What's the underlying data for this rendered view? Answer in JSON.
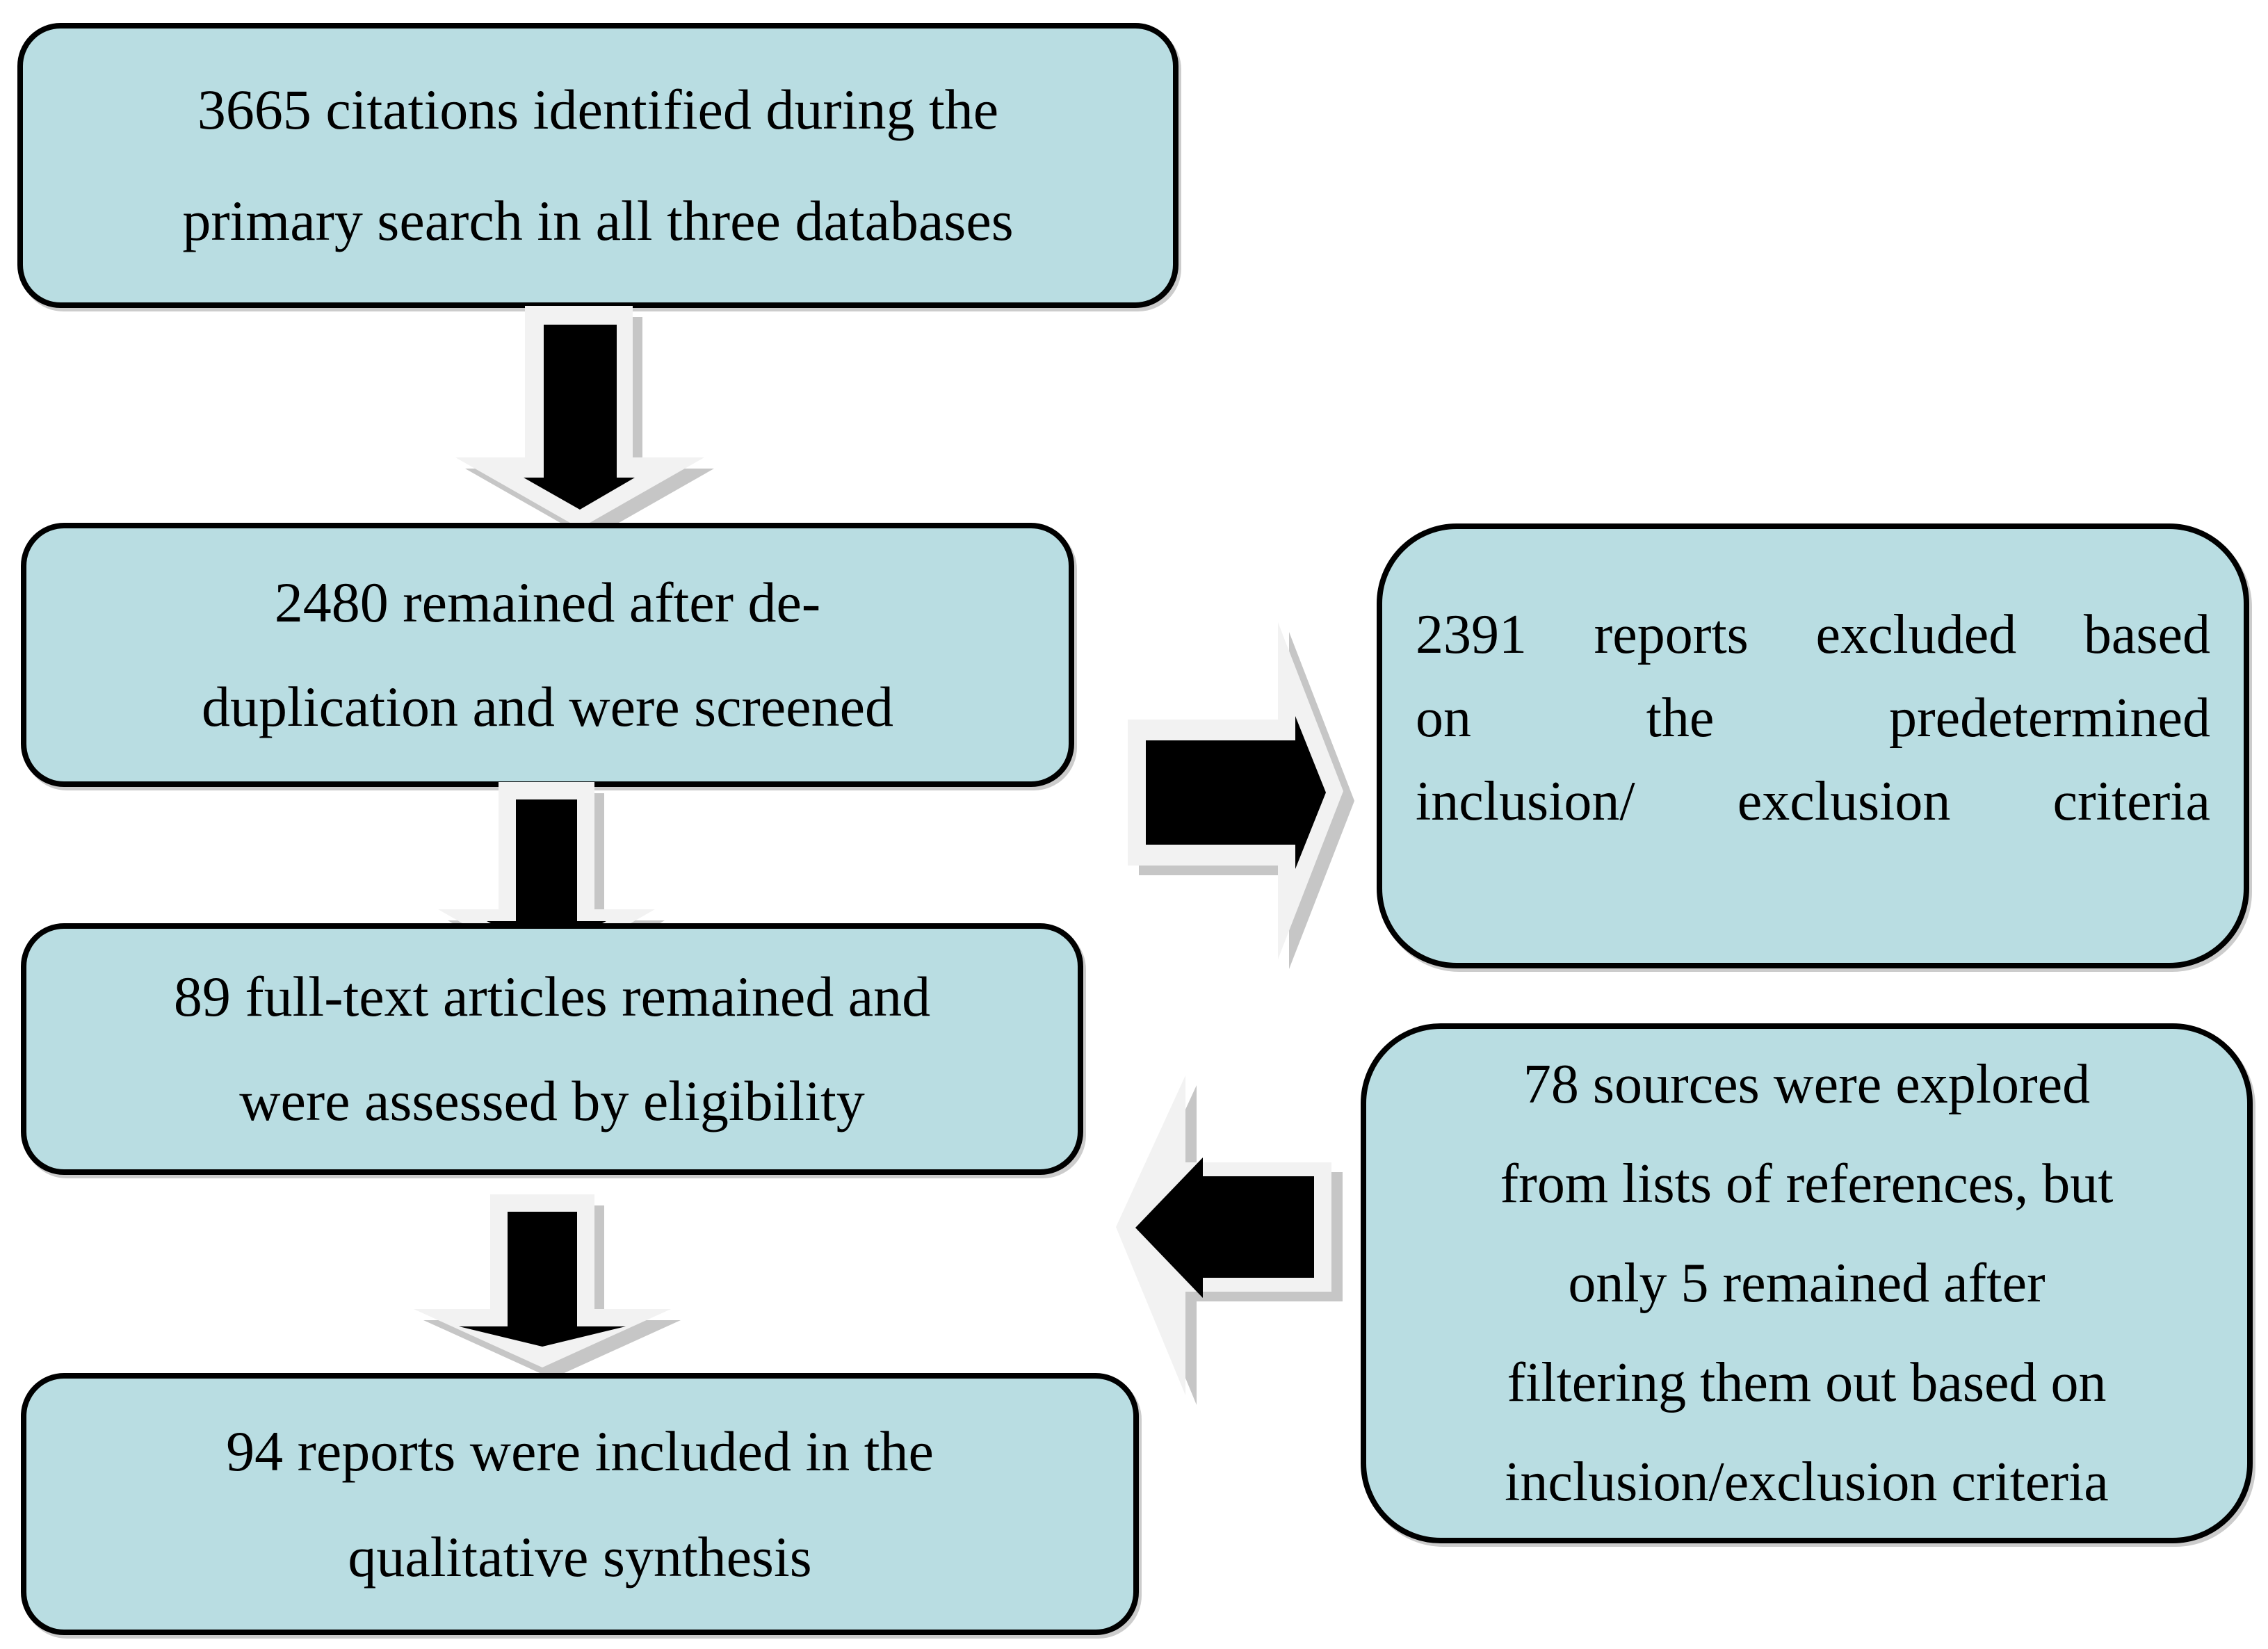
{
  "colors": {
    "background": "#ffffff",
    "box_fill": "#b9dde2",
    "box_border": "#000000",
    "text": "#000000",
    "arrow_fill": "#000000",
    "arrow_outline": "#f2f2f2",
    "arrow_shadow": "#c6c6c6"
  },
  "icons": [
    "down-arrow-icon",
    "down-arrow-icon",
    "down-arrow-icon",
    "right-arrow-icon",
    "left-arrow-icon"
  ],
  "flowchart": {
    "identified": {
      "lines": [
        "3665 citations identified during the",
        "primary search in all three databases"
      ]
    },
    "screened": {
      "lines": [
        "2480 remained after de-",
        "duplication and were screened"
      ]
    },
    "excluded": {
      "lines": [
        "2391 reports excluded based",
        "on the predetermined",
        "inclusion/ exclusion criteria"
      ]
    },
    "fulltext": {
      "lines": [
        "89 full-text articles remained and",
        "were assessed by eligibility"
      ]
    },
    "references": {
      "lines": [
        "78 sources were explored",
        "from lists of references, but",
        "only 5 remained after",
        "filtering them out based on",
        "inclusion/exclusion criteria"
      ]
    },
    "included": {
      "lines": [
        "94 reports were included in the",
        "qualitative synthesis"
      ]
    }
  }
}
